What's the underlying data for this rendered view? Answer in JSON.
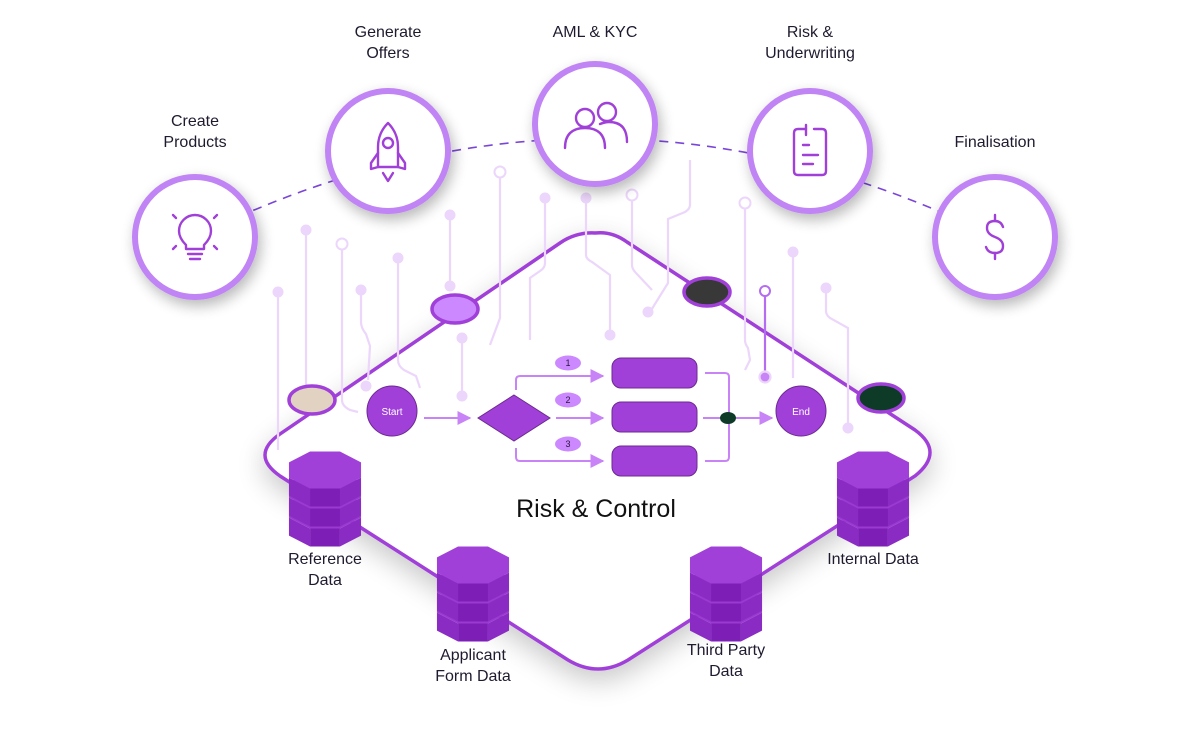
{
  "title": "Risk & Control",
  "colors": {
    "primary": "#a040d8",
    "ring": "#c084f5",
    "light_trace": "#ecd6fb",
    "flow_line": "#c884f6",
    "db_top": "#a040d8",
    "db_side_dark": "#7a22b0",
    "db_side_mid": "#8a2cc4",
    "text_dark": "#1f1a2e",
    "junction": "#0d3b28",
    "port_dark": "#383838",
    "port_green": "#0d3b28",
    "port_lilac": "#cc88ff",
    "port_beige": "#e2d2c2"
  },
  "stages": [
    {
      "id": "create-products",
      "label_lines": [
        "Create",
        "Products"
      ],
      "icon": "lightbulb-icon"
    },
    {
      "id": "generate-offers",
      "label_lines": [
        "Generate",
        "Offers"
      ],
      "icon": "rocket-icon"
    },
    {
      "id": "aml-kyc",
      "label_lines": [
        "AML & KYC"
      ],
      "icon": "users-icon"
    },
    {
      "id": "risk-underwriting",
      "label_lines": [
        "Risk &",
        "Underwriting"
      ],
      "icon": "clipboard-icon"
    },
    {
      "id": "finalisation",
      "label_lines": [
        "Finalisation"
      ],
      "icon": "dollar-icon"
    }
  ],
  "flow": {
    "start_label": "Start",
    "end_label": "End",
    "branches": [
      "1",
      "2",
      "3"
    ]
  },
  "data_sources": [
    {
      "id": "reference-data",
      "label_lines": [
        "Reference",
        "Data"
      ]
    },
    {
      "id": "applicant-form-data",
      "label_lines": [
        "Applicant",
        "Form Data"
      ]
    },
    {
      "id": "third-party-data",
      "label_lines": [
        "Third Party",
        "Data"
      ]
    },
    {
      "id": "internal-data",
      "label_lines": [
        "Internal Data"
      ]
    }
  ]
}
